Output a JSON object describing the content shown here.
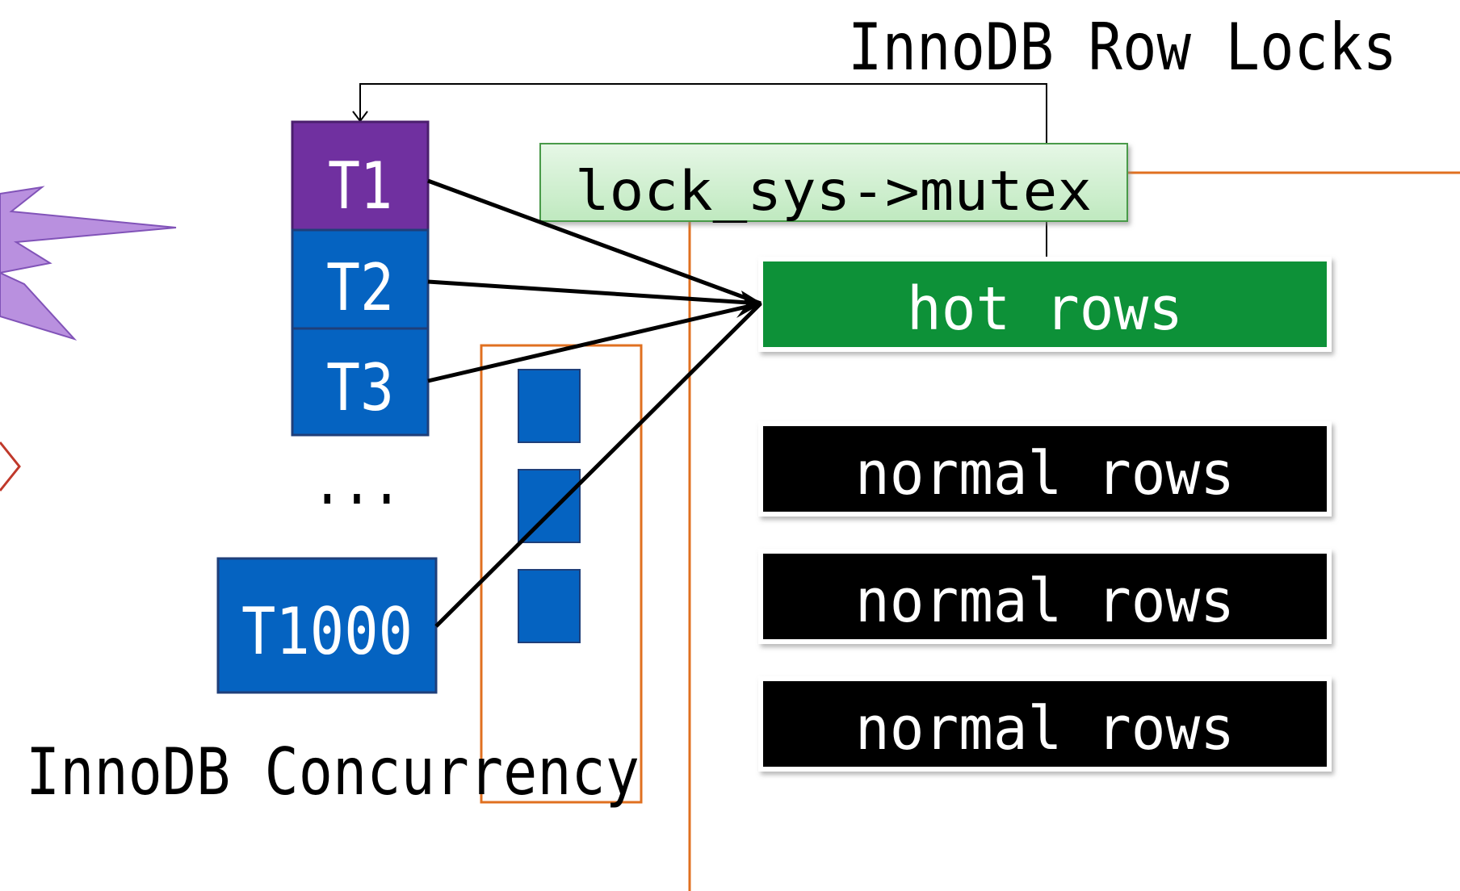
{
  "titles": {
    "row_locks": "InnoDB Row Locks",
    "concurrency": "InnoDB Concurrency"
  },
  "mutex": {
    "label": "lock_sys->mutex"
  },
  "threads": [
    {
      "label": "T1"
    },
    {
      "label": "T2"
    },
    {
      "label": "T3"
    },
    {
      "label": "T1000"
    }
  ],
  "ellipsis": "...",
  "rows": {
    "hot": "hot rows",
    "normal": [
      "normal rows",
      "normal rows",
      "normal rows"
    ]
  },
  "colors": {
    "purple_thread": "#7030a0",
    "blue_thread": "#0563c1",
    "blue_border": "#1f3f7a",
    "hot_rows": "#0a9139",
    "normal_rows": "#000000",
    "mutex_fill": "#d8f2d8",
    "mutex_border": "#4a9a4a",
    "orange": "#e07020",
    "burst_purple": "#b68bde",
    "burst_border": "#7b4ab5"
  }
}
